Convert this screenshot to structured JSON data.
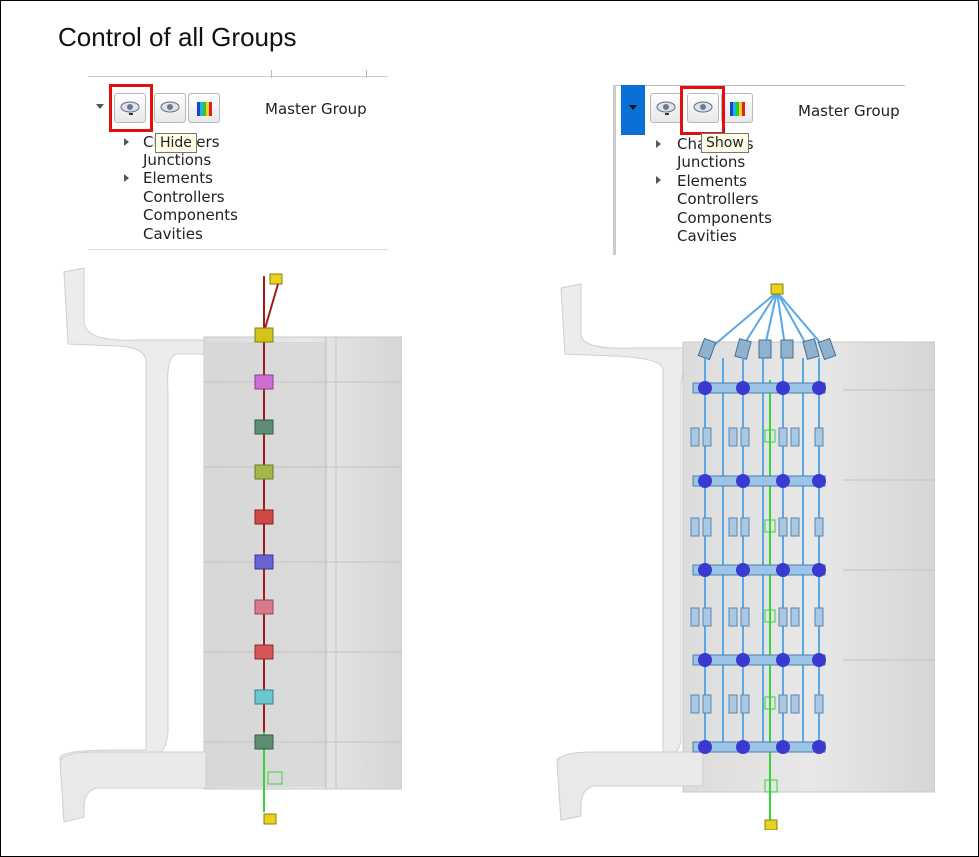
{
  "page": {
    "title": "Control of all Groups"
  },
  "left_panel": {
    "master_group_label": "Master Group",
    "tooltip": "Hide",
    "tree": [
      "Chambers",
      "Junctions",
      "Elements",
      "Controllers",
      "Components",
      "Cavities"
    ],
    "expandable": [
      true,
      false,
      true,
      false,
      false,
      false
    ]
  },
  "right_panel": {
    "master_group_label": "Master Group",
    "tooltip": "Show",
    "tree": [
      "Chambers",
      "Junctions",
      "Elements",
      "Controllers",
      "Components",
      "Cavities"
    ],
    "expandable": [
      true,
      false,
      true,
      false,
      false,
      false
    ]
  },
  "colors": {
    "highlight_red": "#e01010",
    "selection_blue": "#0a6fd6",
    "chain_red": "#a21a1a",
    "link_blue": "#5aa8e6",
    "link_green": "#3ad23a"
  }
}
